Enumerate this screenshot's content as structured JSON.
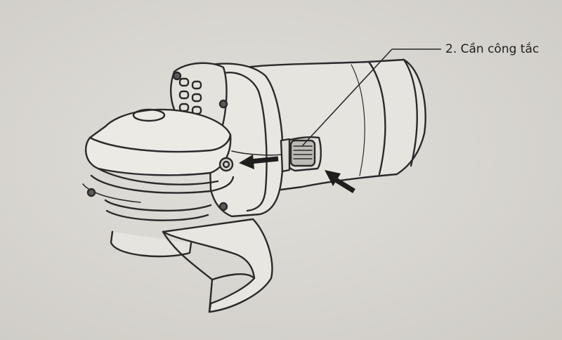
{
  "figure": {
    "subject": "angle-grinder",
    "callouts": [
      {
        "label": "2. Cần công tắc"
      }
    ],
    "arrows": [
      "push-arrow-switch",
      "slide-arrow-lever"
    ],
    "colors": {
      "paper": "#dcdad5",
      "ink": "#2a2a2a"
    }
  }
}
